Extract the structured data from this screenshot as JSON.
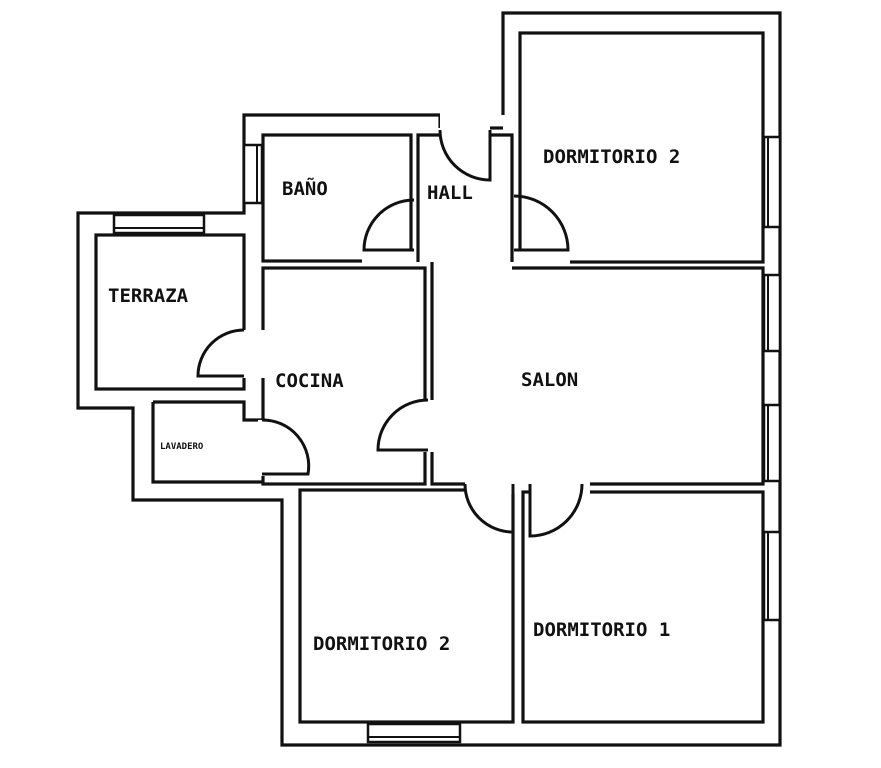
{
  "plan": {
    "rooms": {
      "dormitorio_2_top": "DORMITORIO 2",
      "bano": "BAÑO",
      "hall": "HALL",
      "terraza": "TERRAZA",
      "cocina": "COCINA",
      "salon": "SALON",
      "lavadero": "LAVADERO",
      "dormitorio_2_bottom": "DORMITORIO 2",
      "dormitorio_1": "DORMITORIO 1"
    }
  }
}
